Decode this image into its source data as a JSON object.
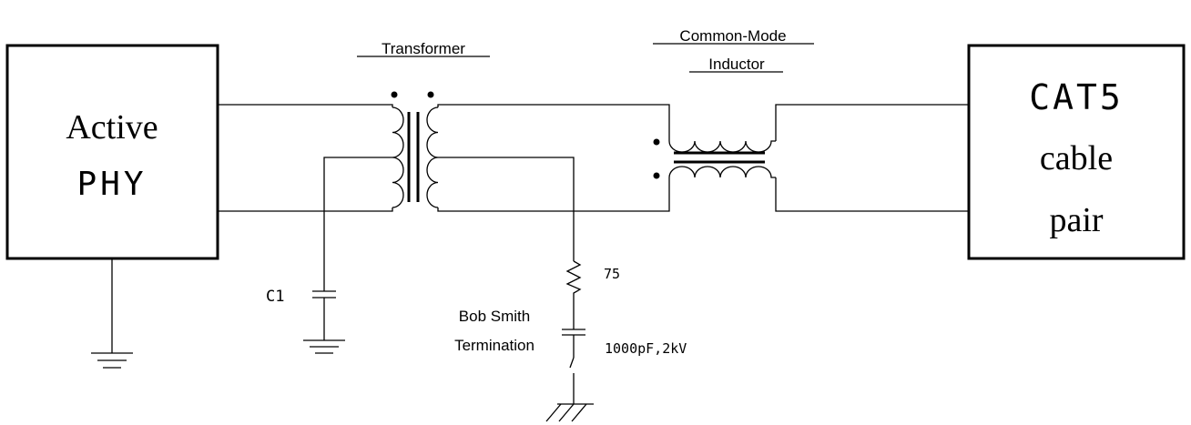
{
  "blocks": {
    "phy": {
      "line1": "Active",
      "line2": "PHY"
    },
    "cable": {
      "line1": "CAT5",
      "line2": "cable",
      "line3": "pair"
    }
  },
  "labels": {
    "transformer": "Transformer",
    "cm_inductor_line1": "Common-Mode",
    "cm_inductor_line2": "Inductor",
    "c1": "C1",
    "resistor_value": "75",
    "bob_smith_line1": "Bob Smith",
    "bob_smith_line2": "Termination",
    "cap_value": "1000pF,2kV"
  }
}
